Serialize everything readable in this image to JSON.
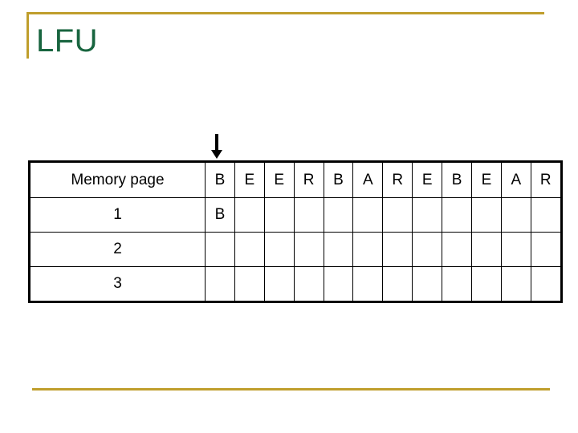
{
  "slide": {
    "title": "LFU",
    "accent_gold": "#bf9e2c",
    "title_color": "#18653f",
    "background": "#ffffff"
  },
  "pointer": {
    "icon": "down-arrow-icon",
    "points_to_column_index": 0,
    "label": ""
  },
  "table": {
    "row_label_header": "Memory page",
    "reference_string": [
      "B",
      "E",
      "E",
      "R",
      "B",
      "A",
      "R",
      "E",
      "B",
      "E",
      "A",
      "R"
    ],
    "column_count": 12,
    "frame_rows": [
      {
        "label": "1",
        "cells": [
          "B",
          "",
          "",
          "",
          "",
          "",
          "",
          "",
          "",
          "",
          "",
          ""
        ]
      },
      {
        "label": "2",
        "cells": [
          "",
          "",
          "",
          "",
          "",
          "",
          "",
          "",
          "",
          "",
          "",
          ""
        ]
      },
      {
        "label": "3",
        "cells": [
          "",
          "",
          "",
          "",
          "",
          "",
          "",
          "",
          "",
          "",
          "",
          ""
        ]
      }
    ],
    "filled_color": "#c07fd8",
    "border_color": "#000000"
  }
}
